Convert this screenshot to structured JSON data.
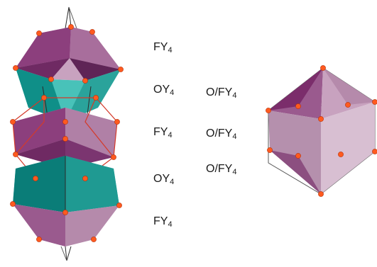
{
  "labels": {
    "left": [
      {
        "base": "FY",
        "sub": "4"
      },
      {
        "base": "OY",
        "sub": "4"
      },
      {
        "base": "FY",
        "sub": "4"
      },
      {
        "base": "OY",
        "sub": "4"
      },
      {
        "base": "FY",
        "sub": "4"
      }
    ],
    "right": [
      {
        "base": "O/FY",
        "sub": "4"
      },
      {
        "base": "O/FY",
        "sub": "4"
      },
      {
        "base": "O/FY",
        "sub": "4"
      }
    ]
  },
  "colors": {
    "purple_dark": "#7b2d6b",
    "purple_mid": "#9a5a8e",
    "purple_light": "#c8a2bf",
    "teal_dark": "#0a7d78",
    "teal_light": "#48c2b9",
    "atom": "#ff5a1f"
  }
}
